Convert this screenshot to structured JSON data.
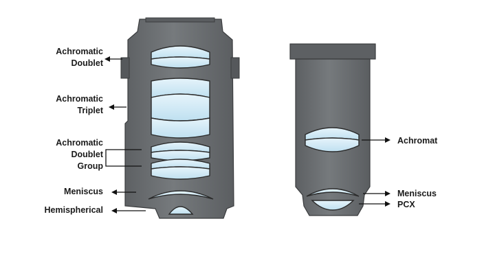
{
  "colors": {
    "barrel_fill": "#6b6e71",
    "barrel_stroke": "#3a3c3e",
    "lens_fill": "#cfe8f4",
    "lens_edge": "#2b2b2b",
    "label_text": "#1a1a1a"
  },
  "objective_left": {
    "labels": {
      "achromatic_doublet": [
        "Achromatic",
        "Doublet"
      ],
      "achromatic_triplet": [
        "Achromatic",
        "Triplet"
      ],
      "achromatic_doublet_group": [
        "Achromatic",
        "Doublet",
        "Group"
      ],
      "meniscus": "Meniscus",
      "hemispherical": "Hemispherical"
    }
  },
  "objective_right": {
    "labels": {
      "achromat": "Achromat",
      "meniscus": "Meniscus",
      "pcx": "PCX"
    }
  }
}
